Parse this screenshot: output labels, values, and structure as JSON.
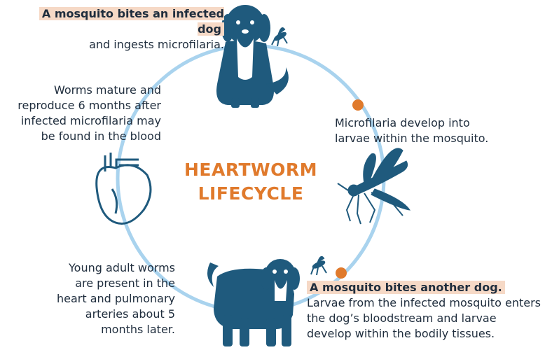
{
  "title_line1": "HEARTWORM",
  "title_line2": "LIFECYCLE",
  "colors": {
    "accent": "#e07a2c",
    "circle": "#a9d3ee",
    "icon": "#1f5a7d",
    "highlight": "#f6d9c6"
  },
  "steps": [
    {
      "heading": "A mosquito bites an infected dog",
      "body": "and ingests microfilaria."
    },
    {
      "heading": "",
      "body": "Microfilaria develop into larvae within the mosquito."
    },
    {
      "heading": "A mosquito bites another dog.",
      "body": "Larvae from the infected mosquito enters the dog’s bloodstream and larvae develop within the bodily tissues."
    },
    {
      "heading": "",
      "body": "Young adult worms are present in the heart and pulmonary arteries about 5 months later."
    },
    {
      "heading": "",
      "body": "Worms mature and reproduce 6 months after infected microfilaria may be found in the blood"
    }
  ],
  "icons": [
    "sitting-dog-icon",
    "mosquito-icon",
    "standing-dog-icon",
    "heart-icon"
  ]
}
